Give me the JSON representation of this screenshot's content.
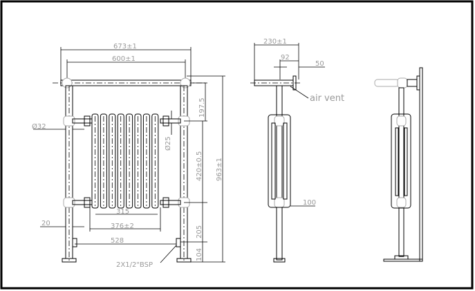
{
  "front_view": {
    "overall_width": "673±1",
    "centres_width": "600±1",
    "top_to_manifold": "197.5",
    "post_diameter": "Ø32",
    "manifold_diameter": "Ø25",
    "manifold_centres": "420±0.5",
    "overall_height": "963±1",
    "column_span": "315",
    "radiator_width": "376±2",
    "inlet_offset": "20",
    "valve_centres": "528",
    "valve_height": "205",
    "foot_height": "104",
    "connection": "2X1/2\"BSP"
  },
  "side_view": {
    "projection": "230±1",
    "rail_offset": "92",
    "bracket_offset": "50",
    "air_vent_label": "air vent",
    "body_depth": "100"
  }
}
